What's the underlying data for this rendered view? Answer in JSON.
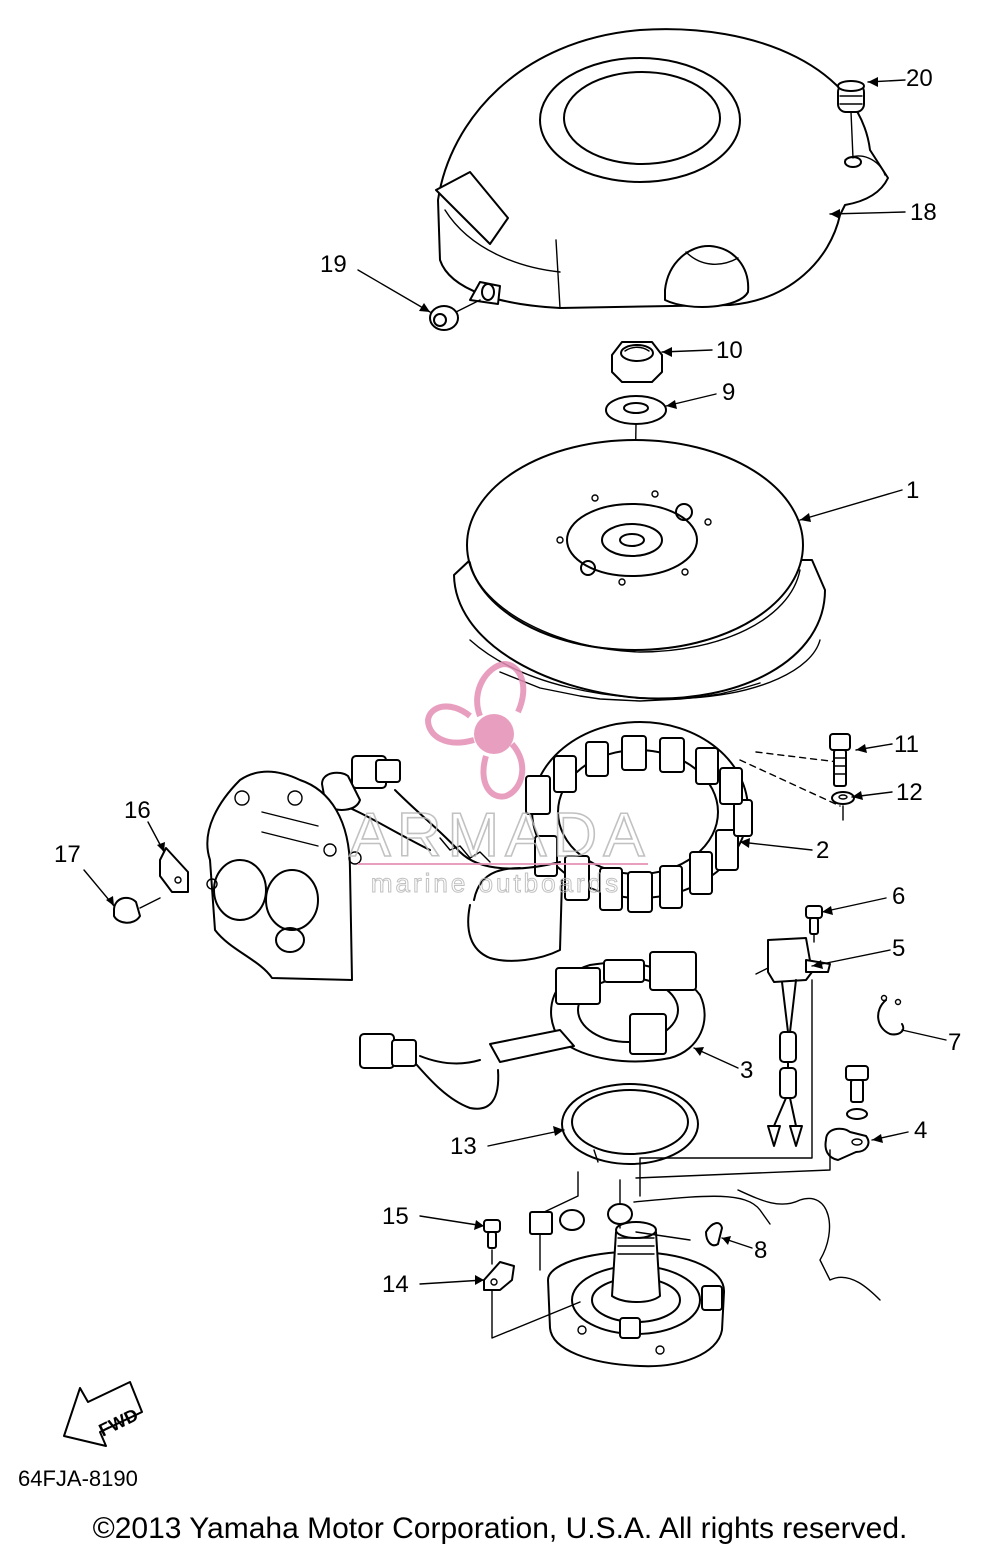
{
  "diagram": {
    "drawing_code": "64FJA-8190",
    "copyright": "©2013 Yamaha Motor Corporation, U.S.A. All rights reserved.",
    "fwd_label": "FWD",
    "watermark": {
      "brand": "ARMADA",
      "tagline": "marine outboards",
      "color": "#e58fb5"
    },
    "callouts": [
      "1",
      "2",
      "3",
      "4",
      "5",
      "6",
      "7",
      "8",
      "9",
      "10",
      "11",
      "12",
      "13",
      "14",
      "15",
      "16",
      "17",
      "18",
      "19",
      "20"
    ]
  }
}
